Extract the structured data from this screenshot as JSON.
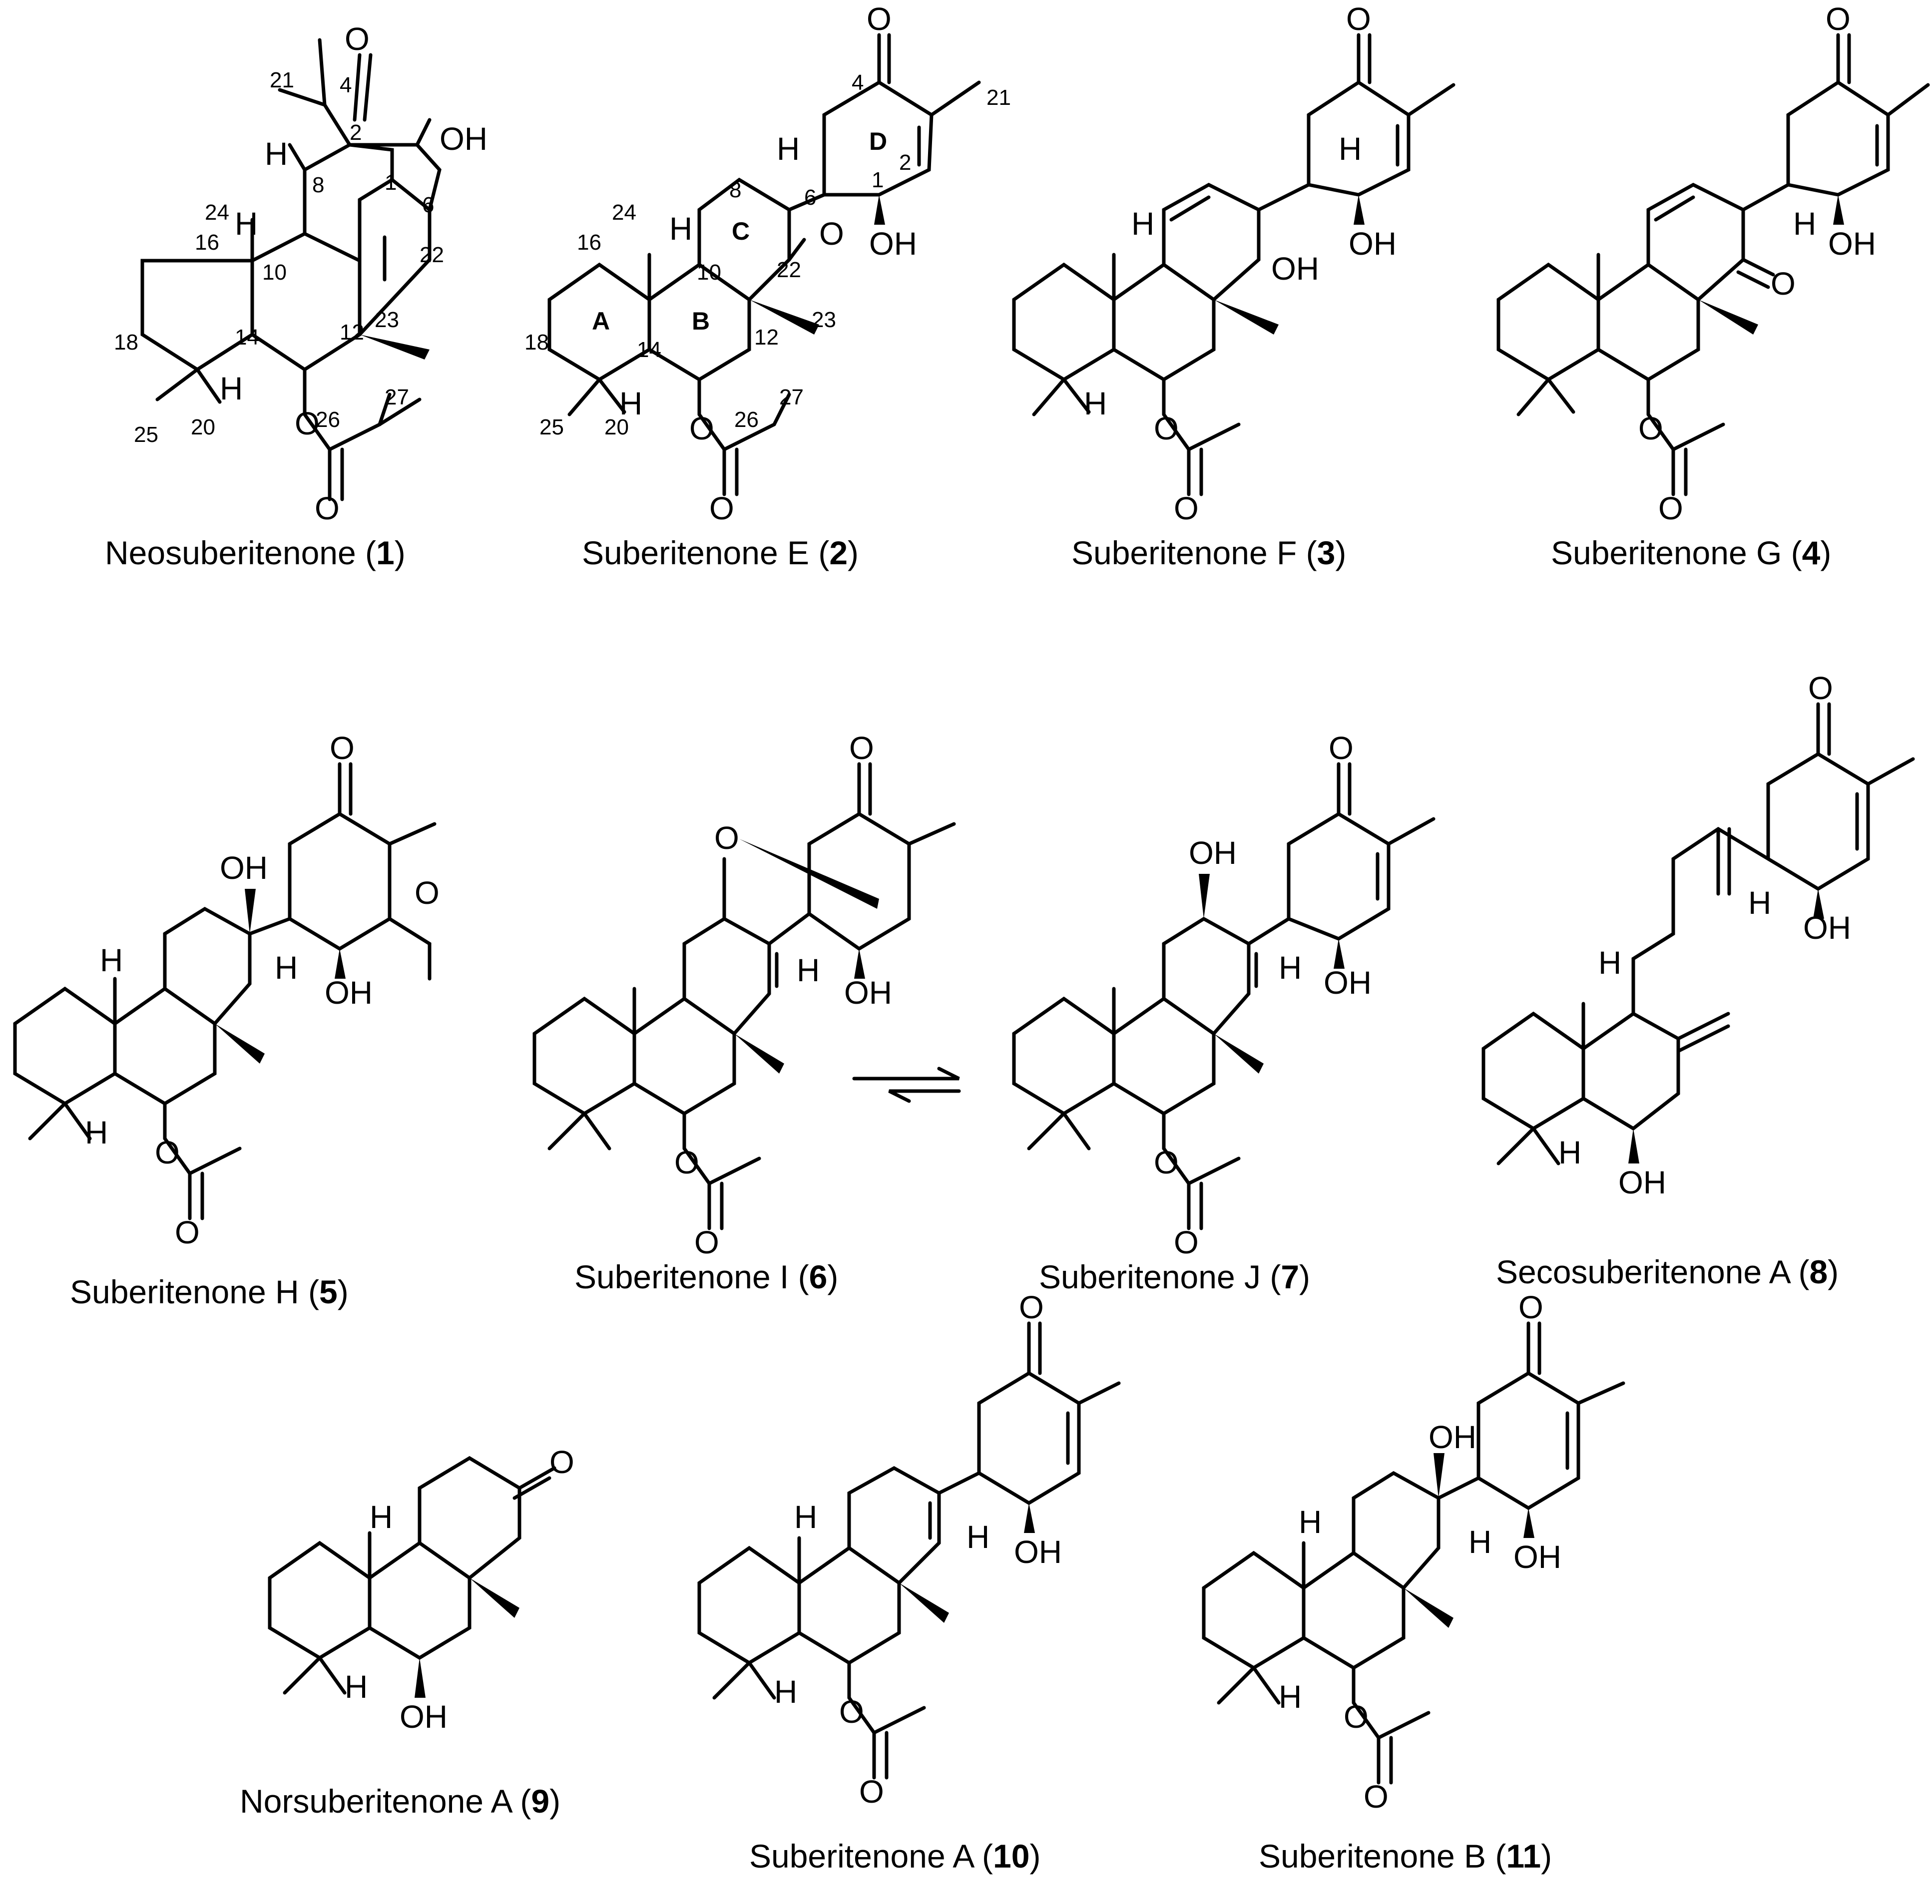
{
  "figure": {
    "compounds": [
      {
        "name": "Neosuberitenone (",
        "number": "1",
        "close": ")"
      },
      {
        "name": "Suberitenone E (",
        "number": "2",
        "close": ")"
      },
      {
        "name": "Suberitenone F (",
        "number": "3",
        "close": ")"
      },
      {
        "name": "Suberitenone G (",
        "number": "4",
        "close": ")"
      },
      {
        "name": "Suberitenone H (",
        "number": "5",
        "close": ")"
      },
      {
        "name": "Suberitenone I (",
        "number": "6",
        "close": ")"
      },
      {
        "name": "Suberitenone J (",
        "number": "7",
        "close": ")"
      },
      {
        "name": "Secosuberitenone A (",
        "number": "8",
        "close": ")"
      },
      {
        "name": "Norsuberitenone A (",
        "number": "9",
        "close": ")"
      },
      {
        "name": "Suberitenone A (",
        "number": "10",
        "close": ")"
      },
      {
        "name": "Suberitenone B (",
        "number": "11",
        "close": ")"
      }
    ],
    "atoms": {
      "O": "O",
      "OH": "OH",
      "H": "H"
    },
    "ring_labels": {
      "A": "A",
      "B": "B",
      "C": "C",
      "D": "D"
    },
    "numbering": {
      "c1": [
        "21",
        "4",
        "2",
        "1",
        "6",
        "8",
        "24",
        "16",
        "10",
        "22",
        "18",
        "14",
        "12",
        "23",
        "25",
        "20",
        "26",
        "27"
      ],
      "c2": [
        "4",
        "21",
        "6",
        "1",
        "2",
        "24",
        "8",
        "16",
        "10",
        "22",
        "18",
        "14",
        "12",
        "23",
        "25",
        "20",
        "26",
        "27"
      ]
    }
  }
}
